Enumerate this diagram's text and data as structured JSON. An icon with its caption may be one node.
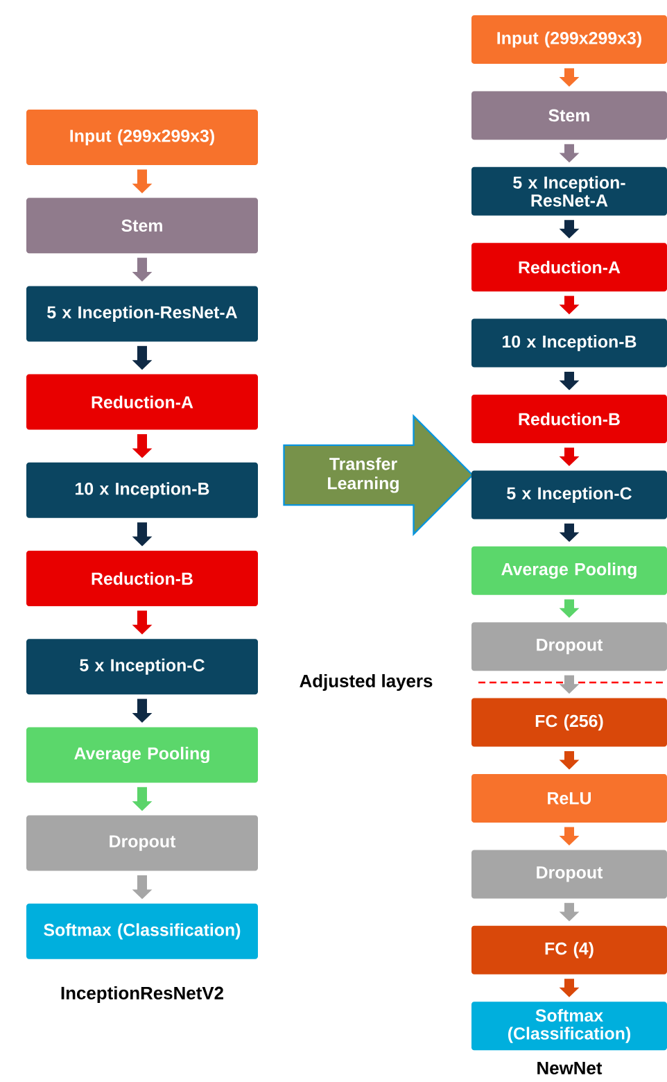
{
  "diagram": {
    "nodes": [
      {
        "text": [
          "Input (299x299x3)"
        ]
      },
      {
        "text": [
          "Stem"
        ]
      },
      {
        "text": [
          "5 x Inception-ResNet-A"
        ]
      },
      {
        "text": [
          "Reduction-A"
        ]
      },
      {
        "text": [
          "10 x Inception-B"
        ]
      },
      {
        "text": [
          "Reduction-B"
        ]
      },
      {
        "text": [
          "5 x Inception-C"
        ]
      },
      {
        "text": [
          "Average Pooling"
        ]
      },
      {
        "text": [
          "Dropout"
        ]
      },
      {
        "text": [
          "Softmax (Classification)"
        ]
      },
      {
        "text": [
          "Transfer Learning"
        ]
      },
      {
        "text": [
          "Input (299x299x3)"
        ]
      },
      {
        "text": [
          "Stem"
        ]
      },
      {
        "text": [
          "5 x Inception-ResNet-A"
        ]
      },
      {
        "text": [
          "Reduction-A"
        ]
      },
      {
        "text": [
          "10 x Inception-B"
        ]
      },
      {
        "text": [
          "Reduction-B"
        ]
      },
      {
        "text": [
          "5 x Inception-C"
        ]
      },
      {
        "text": [
          "Average Pooling"
        ]
      },
      {
        "text": [
          "Dropout"
        ]
      },
      {
        "text": [
          "FC (256)"
        ]
      },
      {
        "text": [
          "ReLU"
        ]
      },
      {
        "text": [
          "Dropout"
        ]
      },
      {
        "text": [
          "FC (4)"
        ]
      },
      {
        "text": [
          "Softmax (Classification)"
        ]
      }
    ],
    "edges": [
      {
        "from": 0,
        "to": 1,
        "arrow": "to",
        "color": "#f7722c"
      },
      {
        "from": 1,
        "to": 2,
        "arrow": "to",
        "color": "#8e7a8d"
      },
      {
        "from": 2,
        "to": 3,
        "arrow": "to",
        "color": "#0f2a45"
      },
      {
        "from": 3,
        "to": 4,
        "arrow": "to",
        "color": "#e50000"
      },
      {
        "from": 4,
        "to": 5,
        "arrow": "to",
        "color": "#0f2a45"
      },
      {
        "from": 5,
        "to": 6,
        "arrow": "to",
        "color": "#e50000"
      },
      {
        "from": 6,
        "to": 7,
        "arrow": "to",
        "color": "#0f2a45"
      },
      {
        "from": 7,
        "to": 8,
        "arrow": "to",
        "color": "#5bd46a"
      },
      {
        "from": 8,
        "to": 9,
        "arrow": "to",
        "color": "#a6a6a6"
      },
      {
        "from": 11,
        "to": 12,
        "arrow": "to",
        "color": "#f7722c"
      },
      {
        "from": 12,
        "to": 13,
        "arrow": "to",
        "color": "#8e7a8d"
      },
      {
        "from": 13,
        "to": 14,
        "arrow": "to",
        "color": "#0f2a45"
      },
      {
        "from": 14,
        "to": 15,
        "arrow": "to",
        "color": "#e50000"
      },
      {
        "from": 15,
        "to": 16,
        "arrow": "to",
        "color": "#0f2a45"
      },
      {
        "from": 16,
        "to": 17,
        "arrow": "to",
        "color": "#e50000"
      },
      {
        "from": 17,
        "to": 18,
        "arrow": "to",
        "color": "#0f2a45"
      },
      {
        "from": 18,
        "to": 19,
        "arrow": "to",
        "color": "#5bd46a"
      },
      {
        "from": 19,
        "to": 20,
        "arrow": "to",
        "color": "#a6a6a6"
      },
      {
        "from": 20,
        "to": 21,
        "arrow": "to",
        "color": "#d9480a"
      },
      {
        "from": 21,
        "to": 22,
        "arrow": "to",
        "color": "#f7722c"
      },
      {
        "from": 22,
        "to": 23,
        "arrow": "to",
        "color": "#a6a6a6"
      },
      {
        "from": 23,
        "to": 24,
        "arrow": "to",
        "color": "#d9480a"
      }
    ],
    "labels": [
      "Adjusted layers",
      "InceptionResNetV2",
      "NewNet"
    ]
  }
}
